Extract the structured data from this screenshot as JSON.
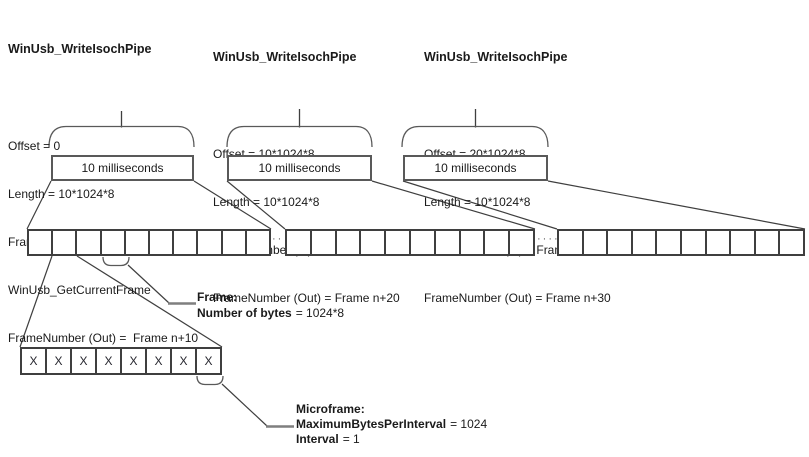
{
  "calls": [
    {
      "title": "WinUsb_WriteIsochPipe",
      "lines": [
        "Offset = 0",
        "Length = 10*1024*8",
        "FrameNumber (In) =",
        "WinUsb_GetCurrentFrame",
        "FrameNumber (Out) =  Frame n+10"
      ]
    },
    {
      "title": "WinUsb_WriteIsochPipe",
      "lines": [
        "Offset = 10*1024*8",
        "Length = 10*1024*8",
        "FrameNumber (In) = Frame n+10",
        "FrameNumber (Out) = Frame n+20"
      ]
    },
    {
      "title": "WinUsb_WriteIsochPipe",
      "lines": [
        "Offset = 20*1024*8",
        "Length = 10*1024*8",
        "FrameNumber (In) = Frame n+20",
        "FrameNumber (Out) = Frame n+30"
      ]
    }
  ],
  "interval_box_label": "10 milliseconds",
  "frame_rows": {
    "rows": 3,
    "cells_per_row": 10,
    "separators": [
      "··",
      "····"
    ]
  },
  "microframe_row": {
    "cells": 8,
    "cell_label": "X"
  },
  "frame_annotation": {
    "title": "Frame:",
    "property": "Number of bytes",
    "value": "= 1024*8"
  },
  "microframe_annotation": {
    "title": "Microframe:",
    "property1": "MaximumBytesPerInterval",
    "value1": "= 1024",
    "property2": "Interval",
    "value2": "= 1"
  },
  "colors": {
    "line_dark": "#3f3f3f",
    "box_border": "#595959",
    "leader_gray": "#7f7f7f",
    "text": "#1a1a1a"
  }
}
